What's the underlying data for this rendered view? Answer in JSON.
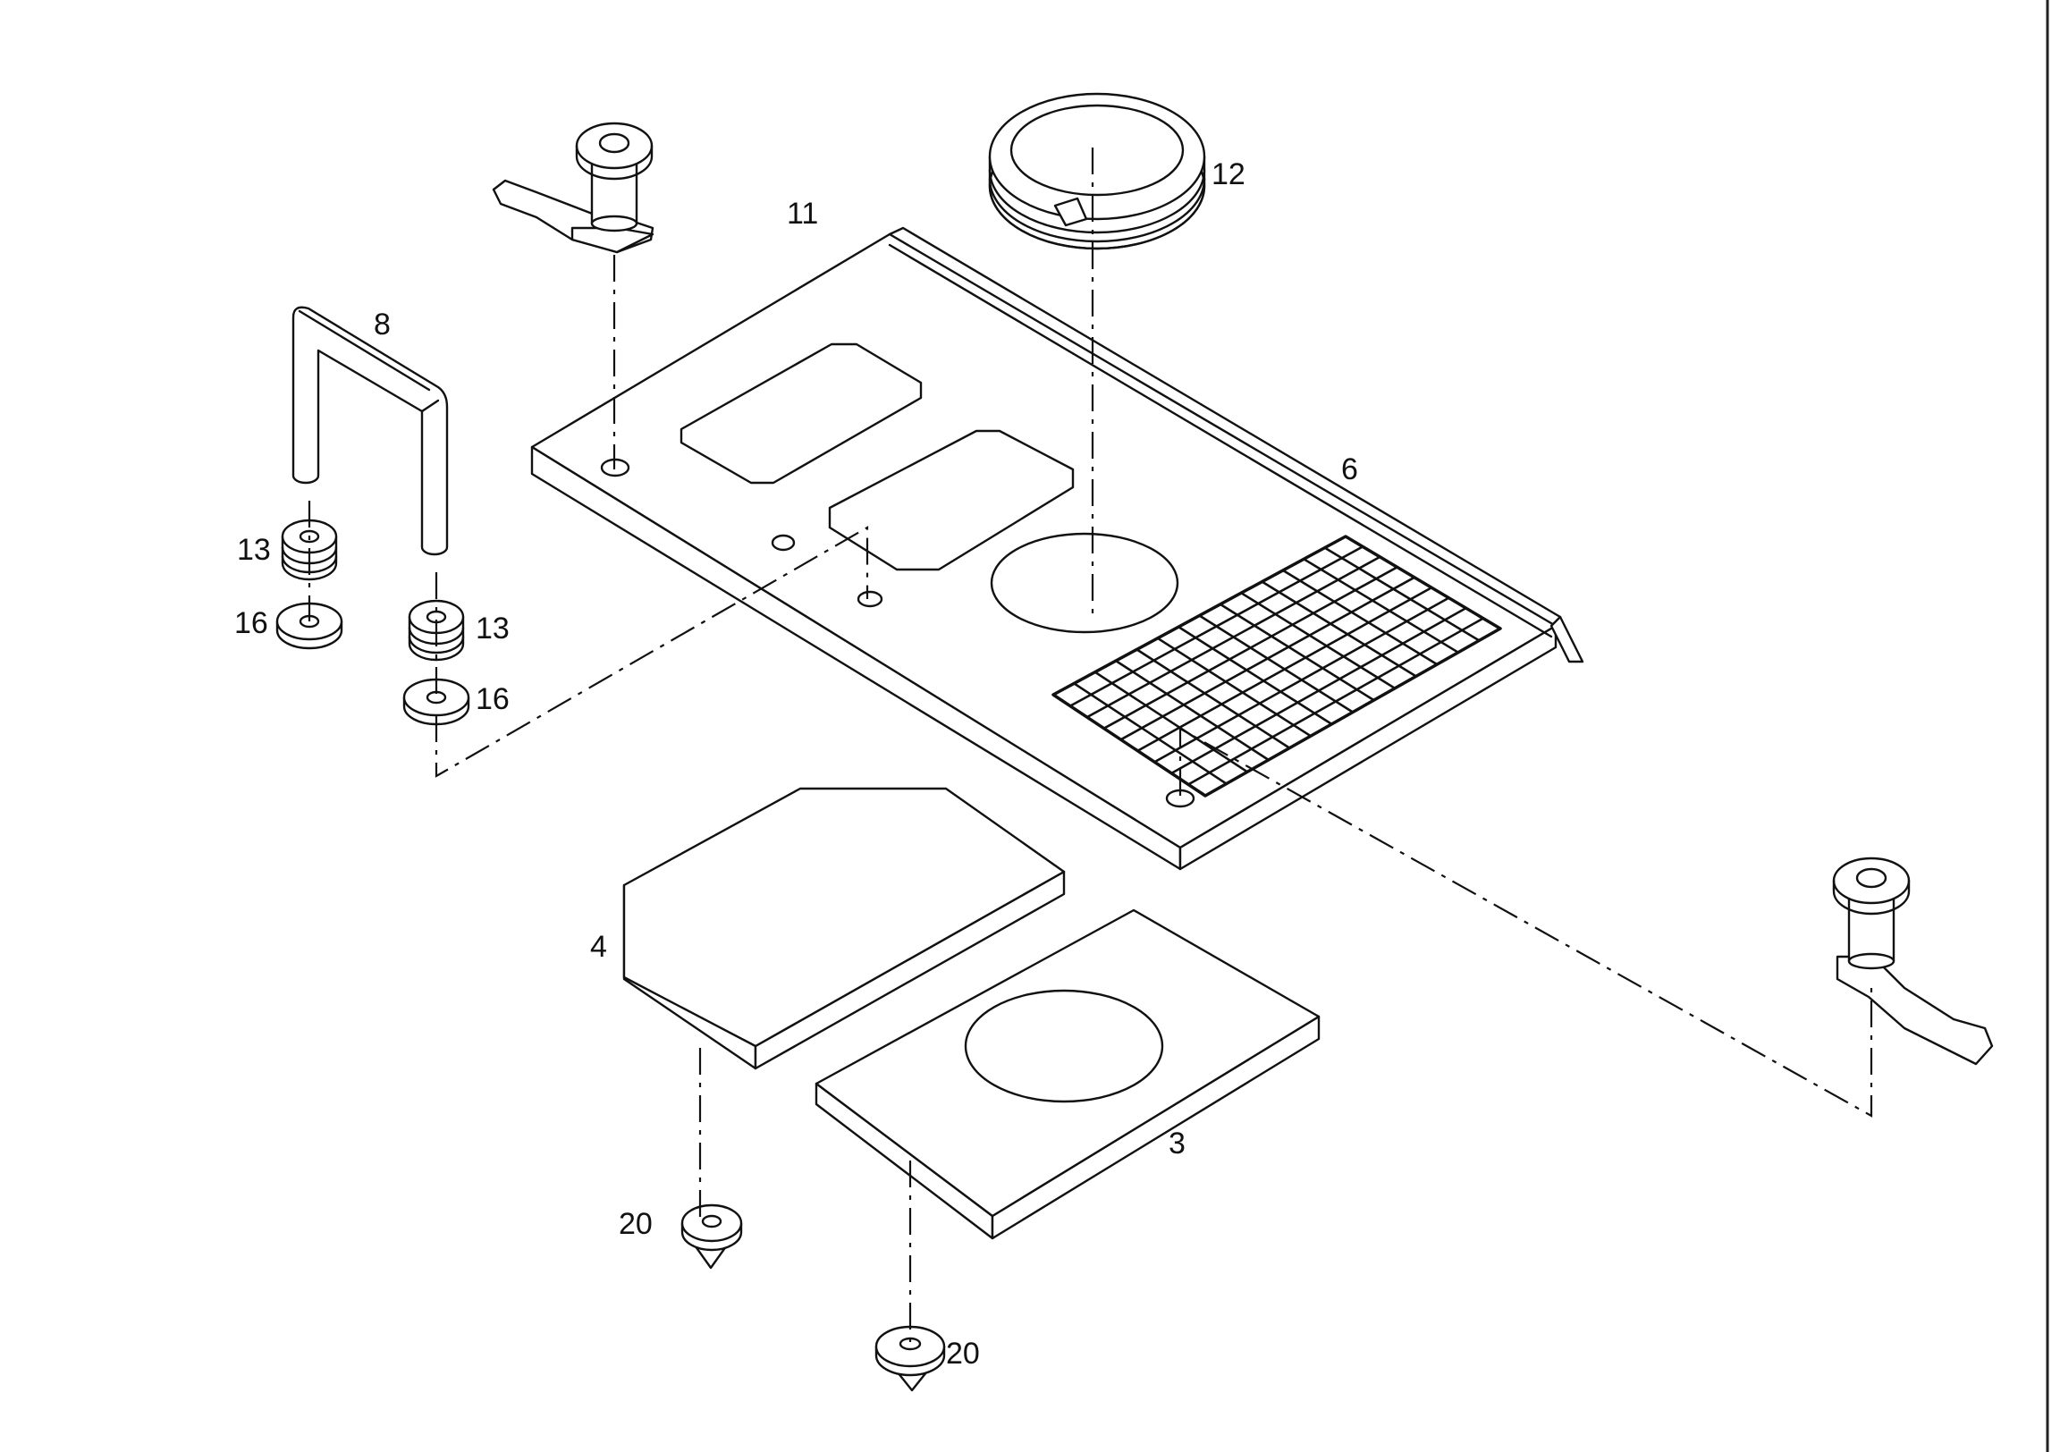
{
  "callouts": {
    "c3": "3",
    "c4": "4",
    "c6": "6",
    "c8": "8",
    "c11": "11",
    "c12": "12",
    "c13a": "13",
    "c13b": "13",
    "c16a": "16",
    "c16b": "16",
    "c20a": "20",
    "c20b": "20"
  }
}
